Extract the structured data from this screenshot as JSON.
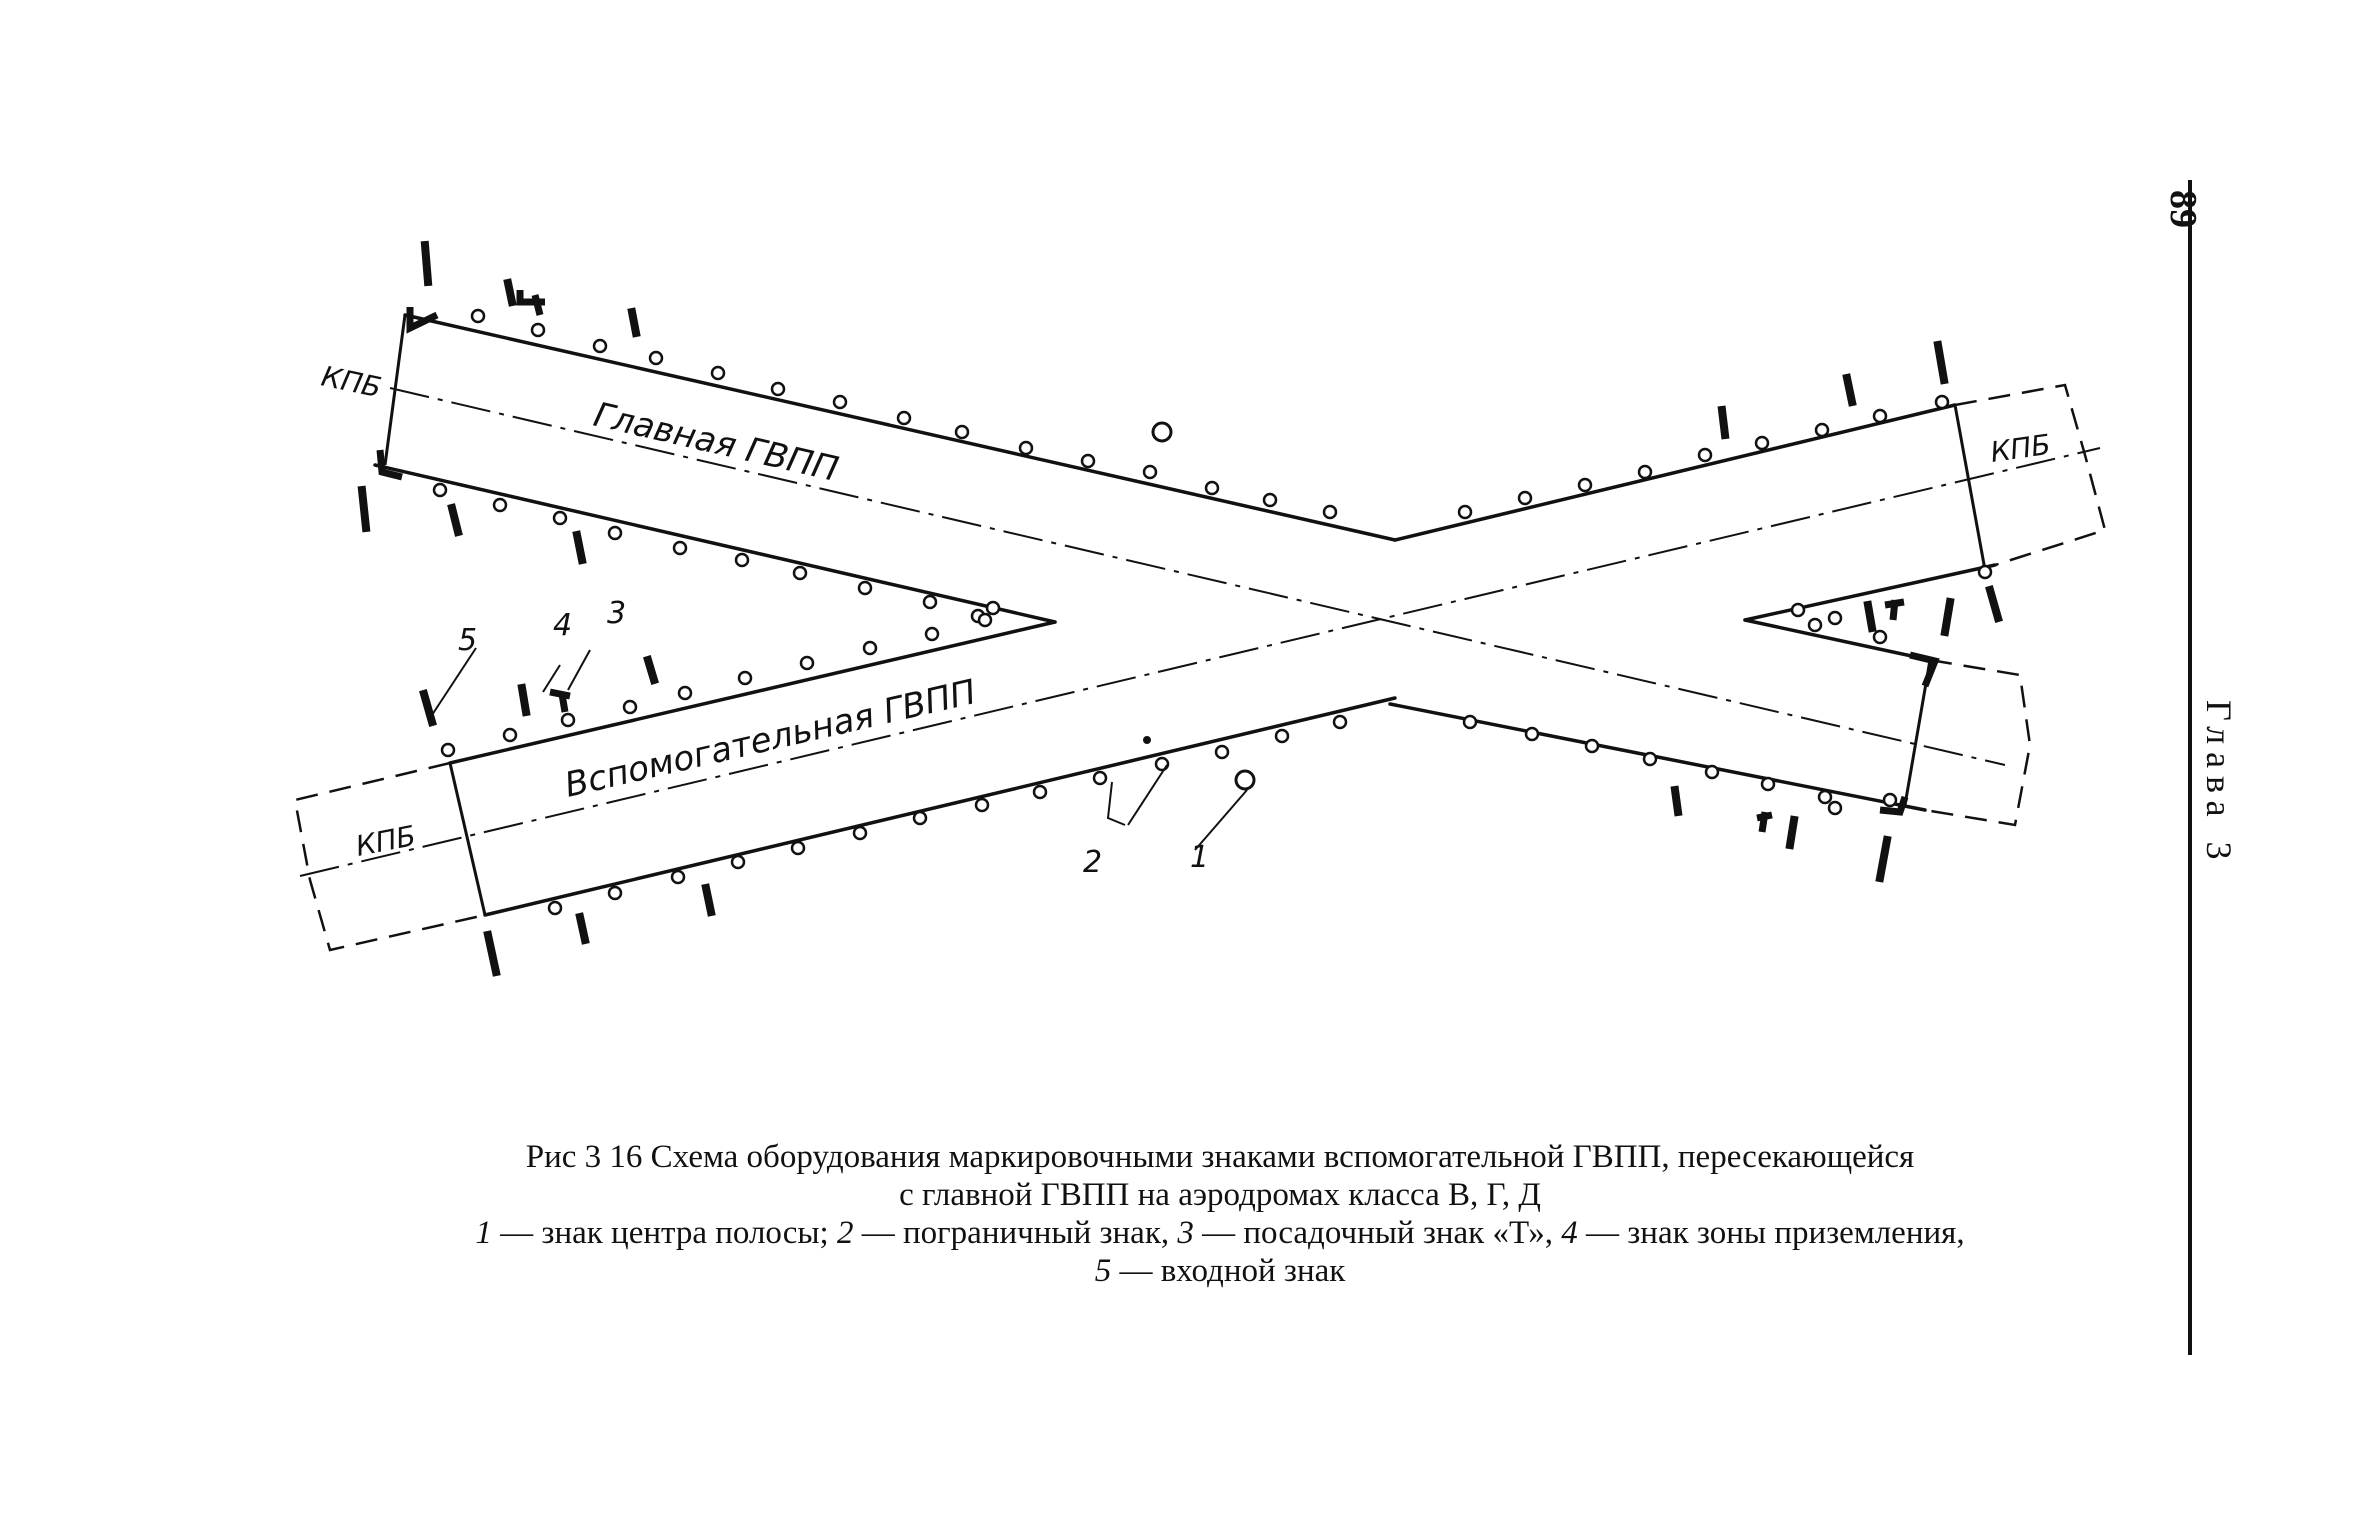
{
  "diagram": {
    "labels": {
      "kpb_top_left": "КПБ",
      "kpb_right": "КПБ",
      "kpb_bottom_left": "КПБ",
      "main_runway": "Главная ГВПП",
      "aux_runway": "Вспомогательная ГВПП"
    },
    "callouts": [
      "1",
      "2",
      "3",
      "4",
      "5"
    ]
  },
  "caption": {
    "line1": "Рис 3 16 Схема оборудования маркировочными знаками вспомогательной ГВПП, пересекающейся",
    "line2": "с главной ГВПП на аэродромах класса В, Г, Д",
    "legend": [
      {
        "num": "1",
        "text": " — знак центра полосы; "
      },
      {
        "num": "2",
        "text": " — пограничный знак, "
      },
      {
        "num": "3",
        "text": " — посадочный знак «Т», "
      },
      {
        "num": "4",
        "text": " — знак зоны приземления,"
      },
      {
        "num": "5",
        "text": " — входной знак"
      }
    ]
  },
  "margin": {
    "page_number": "89",
    "chapter": "Глава 3"
  },
  "colors": {
    "ink": "#111111",
    "paper": "#ffffff"
  }
}
